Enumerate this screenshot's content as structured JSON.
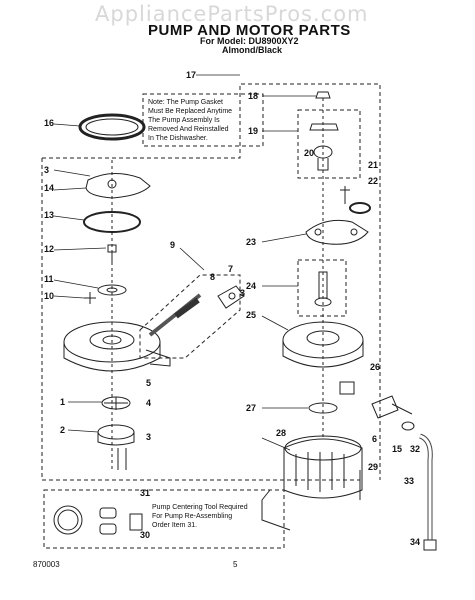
{
  "watermark": "AppliancePartsPros.com",
  "header": {
    "title": "PUMP AND MOTOR PARTS",
    "model_line": "For Model: DU8900XY2",
    "color_line": "Almond/Black"
  },
  "notes": {
    "gasket_note": "Note: The Pump Gasket\nMust Be Replaced Anytime\nThe Pump Assembly Is\nRemoved And Reinstalled\nIn The Dishwasher.",
    "centering_note": "Pump Centering Tool Required\nFor Pump Re-Assembling\nOrder Item 31."
  },
  "callouts": [
    "1",
    "2",
    "3",
    "3",
    "3",
    "4",
    "5",
    "6",
    "7",
    "8",
    "9",
    "10",
    "11",
    "12",
    "13",
    "14",
    "15",
    "16",
    "17",
    "18",
    "19",
    "20",
    "21",
    "22",
    "23",
    "24",
    "25",
    "26",
    "27",
    "28",
    "29",
    "30",
    "31",
    "32",
    "33",
    "34"
  ],
  "footer": {
    "doc_code": "870003",
    "page_number": "5"
  }
}
